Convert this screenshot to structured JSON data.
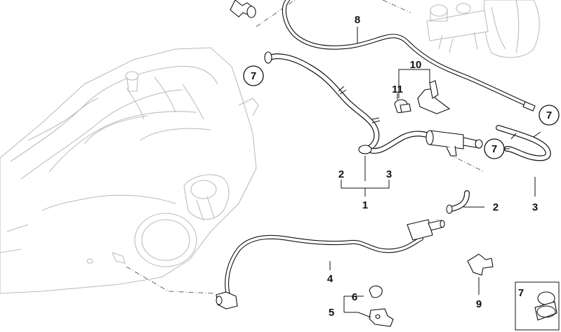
{
  "labels": {
    "part_1": "1",
    "part_2a": "2",
    "part_3a": "3",
    "part_2b": "2",
    "part_3b": "3",
    "part_4": "4",
    "part_5": "5",
    "part_6": "6",
    "part_7a": "7",
    "part_7b": "7",
    "part_7c": "7",
    "part_7d": "7",
    "part_8": "8",
    "part_9": "9",
    "part_10": "10",
    "part_11": "11"
  }
}
